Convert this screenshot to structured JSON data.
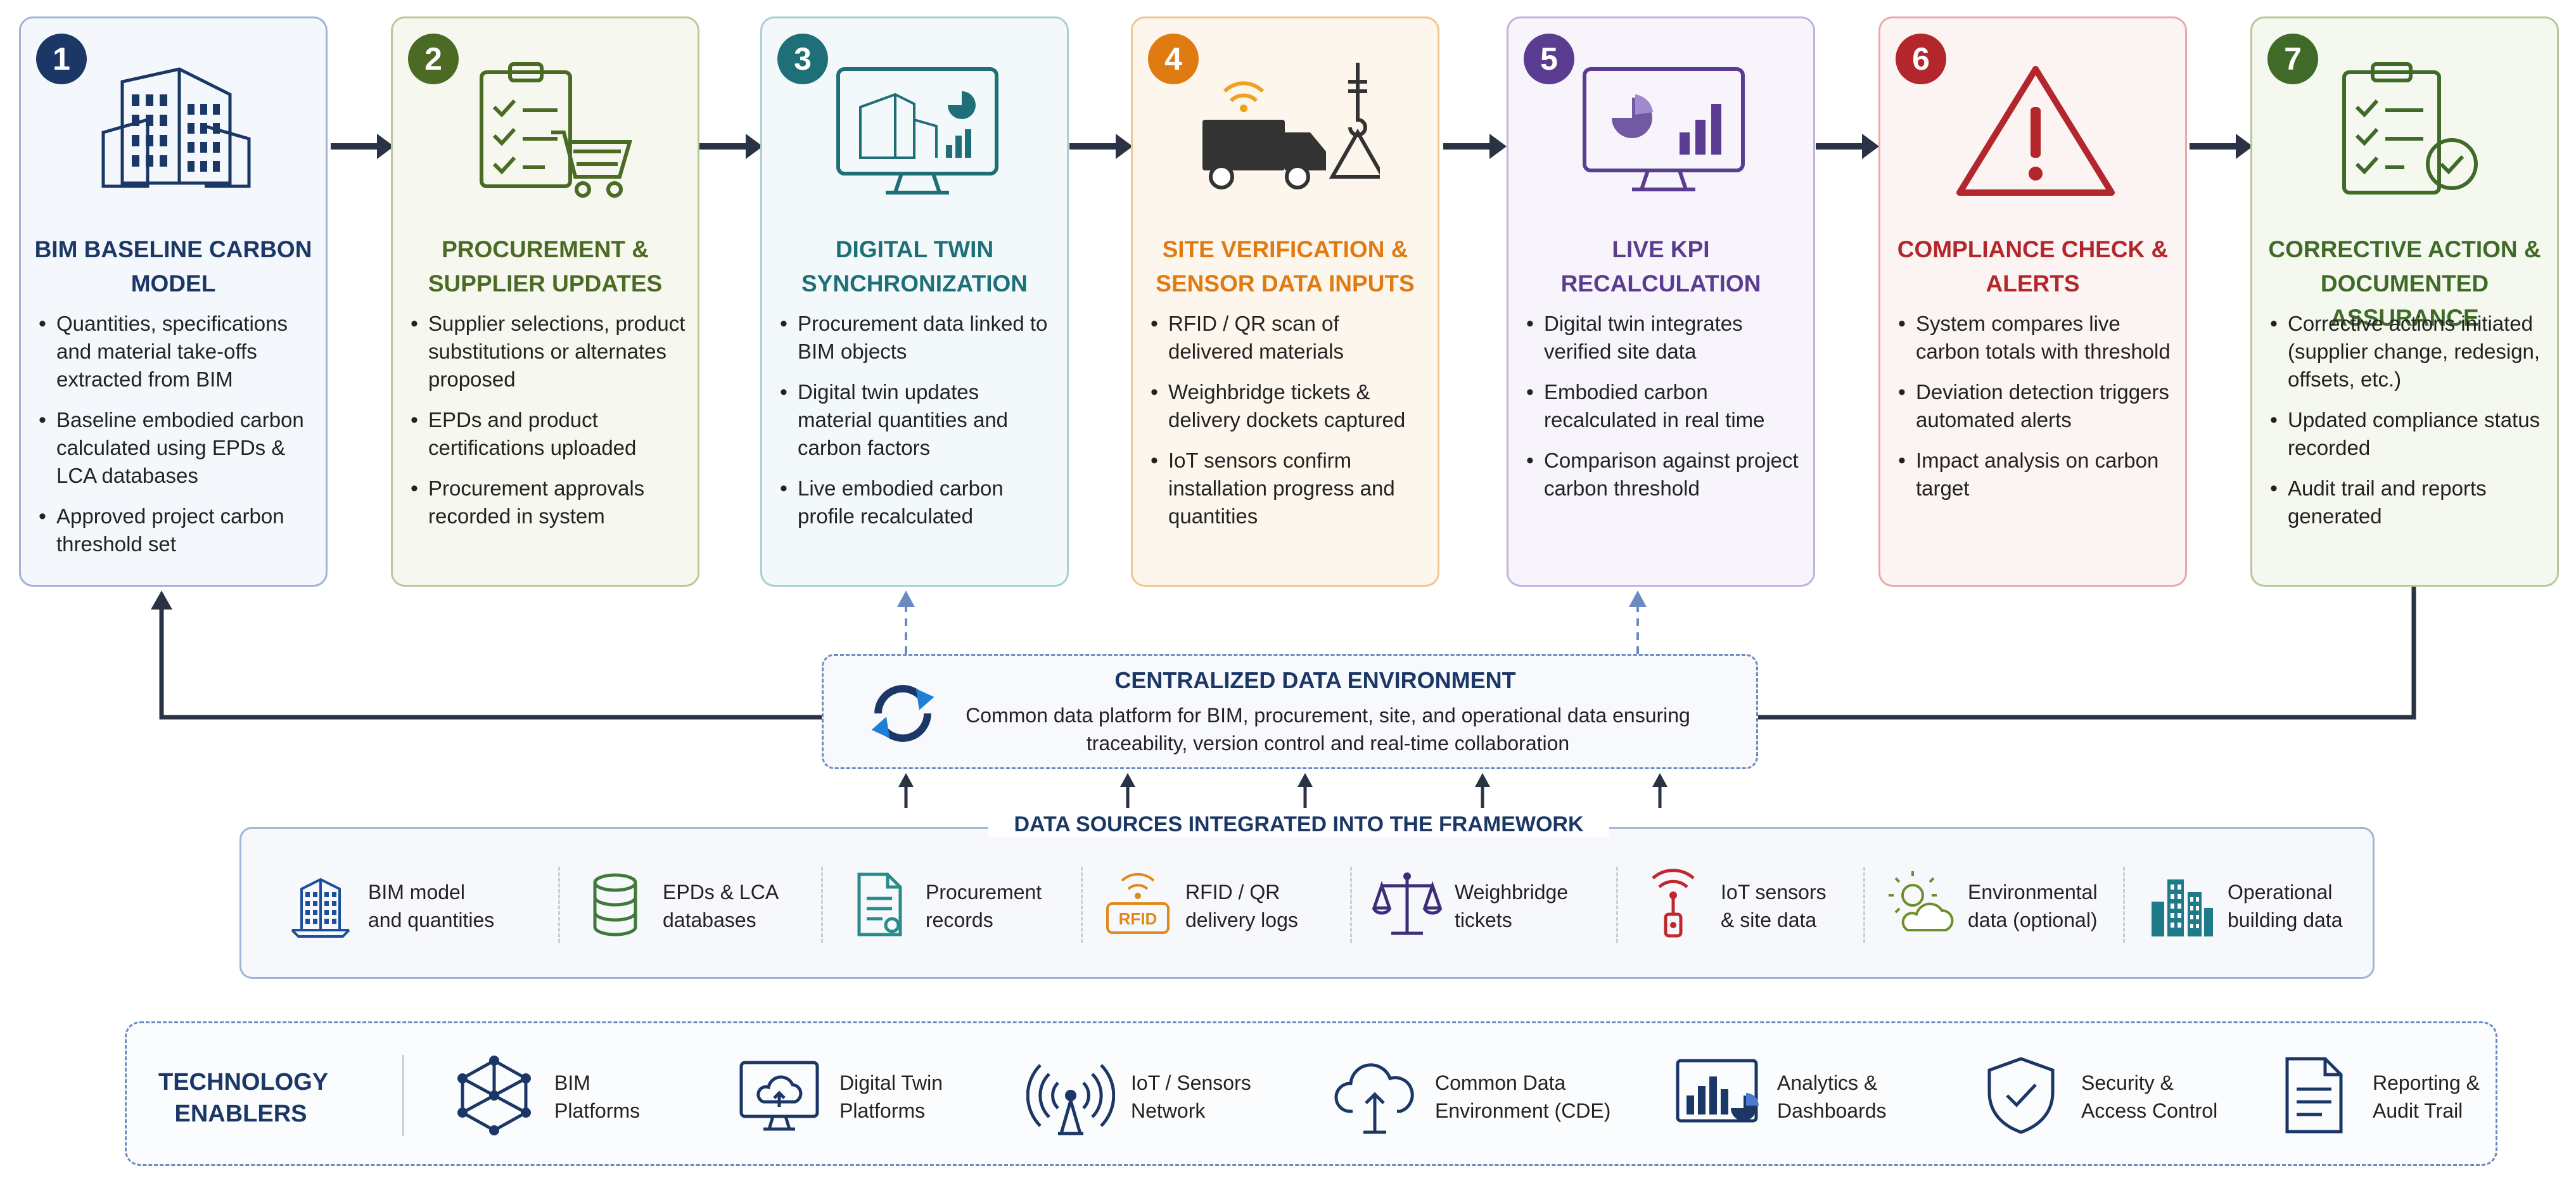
{
  "stages": [
    {
      "num": "1",
      "title": "BIM BASELINE CARBON MODEL",
      "color": "#1b3766",
      "border": "#9fb4d6",
      "bg": "#f4f7fc",
      "icon": "building-icon",
      "bullets": [
        "Quantities, specifications and material take-offs extracted from BIM",
        "Baseline embodied carbon calculated using EPDs & LCA databases",
        "Approved project carbon threshold set"
      ]
    },
    {
      "num": "2",
      "title": "PROCUREMENT & SUPPLIER UPDATES",
      "color": "#4b6a24",
      "border": "#b9c99b",
      "bg": "#f6f8ef",
      "icon": "checklist-cart-icon",
      "bullets": [
        "Supplier selections, product substitutions or alternates proposed",
        "EPDs and product certifications uploaded",
        "Procurement approvals recorded in system"
      ]
    },
    {
      "num": "3",
      "title": "DIGITAL TWIN SYNCHRONIZATION",
      "color": "#1f6f78",
      "border": "#a8cfd3",
      "bg": "#f3f9fa",
      "icon": "monitor-twin-icon",
      "bullets": [
        "Procurement data linked to BIM objects",
        "Digital twin updates material quantities and carbon factors",
        "Live embodied carbon profile recalculated"
      ]
    },
    {
      "num": "4",
      "title": "SITE VERIFICATION & SENSOR DATA INPUTS",
      "color": "#e07b12",
      "border": "#f2c58f",
      "bg": "#fdf6ec",
      "icon": "truck-crane-icon",
      "bullets": [
        "RFID / QR scan of delivered materials",
        "Weighbridge tickets & delivery dockets captured",
        "IoT sensors confirm installation progress and quantities"
      ]
    },
    {
      "num": "5",
      "title": "LIVE KPI RECALCULATION",
      "color": "#5a3d91",
      "border": "#c2b0e0",
      "bg": "#f7f4fc",
      "icon": "kpi-monitor-icon",
      "bullets": [
        "Digital twin integrates verified site data",
        "Embodied carbon recalculated in real time",
        "Comparison against project carbon threshold"
      ]
    },
    {
      "num": "6",
      "title": "COMPLIANCE CHECK & ALERTS",
      "color": "#b3262b",
      "border": "#e9a9a9",
      "bg": "#fcf3f3",
      "icon": "warning-icon",
      "bullets": [
        "System compares live carbon totals with threshold",
        "Deviation detection triggers automated alerts",
        "Impact analysis on carbon target"
      ]
    },
    {
      "num": "7",
      "title": "CORRECTIVE ACTION & DOCUMENTED ASSURANCE",
      "color": "#3f6a28",
      "border": "#b5c89a",
      "bg": "#f5f8ef",
      "icon": "clipboard-check-icon",
      "bullets": [
        "Corrective actions initiated (supplier change, redesign, offsets, etc.)",
        "Updated compliance status recorded",
        "Audit trail and reports generated"
      ]
    }
  ],
  "cde": {
    "title": "CENTRALIZED DATA ENVIRONMENT",
    "description": "Common data platform for BIM, procurement, site, and operational data ensuring traceability, version control and real-time collaboration",
    "icon": "sync-arrows-icon"
  },
  "data_sources": {
    "title": "DATA SOURCES INTEGRATED INTO THE FRAMEWORK",
    "items": [
      {
        "label": "BIM model\nand quantities",
        "icon": "building-icon",
        "color": "#1b4f9c"
      },
      {
        "label": "EPDs & LCA\ndatabases",
        "icon": "database-icon",
        "color": "#3f7a3a"
      },
      {
        "label": "Procurement\nrecords",
        "icon": "document-icon",
        "color": "#2a8b8b"
      },
      {
        "label": "RFID / QR\ndelivery logs",
        "icon": "rfid-tag-icon",
        "color": "#e0891a"
      },
      {
        "label": "Weighbridge\ntickets",
        "icon": "scales-icon",
        "color": "#3b2f7a"
      },
      {
        "label": "IoT sensors\n& site data",
        "icon": "wifi-sensor-icon",
        "color": "#c0282d"
      },
      {
        "label": "Environmental\ndata (optional)",
        "icon": "sun-cloud-icon",
        "color": "#6d8f2a"
      },
      {
        "label": "Operational\nbuilding data",
        "icon": "city-icon",
        "color": "#1f7a8a"
      }
    ]
  },
  "technology": {
    "title": "TECHNOLOGY\nENABLERS",
    "items": [
      {
        "label": "BIM\nPlatforms",
        "icon": "network-cube-icon"
      },
      {
        "label": "Digital Twin\nPlatforms",
        "icon": "monitor-cloud-icon"
      },
      {
        "label": "IoT / Sensors\nNetwork",
        "icon": "antenna-icon"
      },
      {
        "label": "Common Data\nEnvironment (CDE)",
        "icon": "cloud-upload-icon"
      },
      {
        "label": "Analytics &\nDashboards",
        "icon": "analytics-icon"
      },
      {
        "label": "Security &\nAccess Control",
        "icon": "shield-check-icon"
      },
      {
        "label": "Reporting &\nAudit Trail",
        "icon": "report-icon"
      }
    ],
    "color": "#1b3766"
  }
}
